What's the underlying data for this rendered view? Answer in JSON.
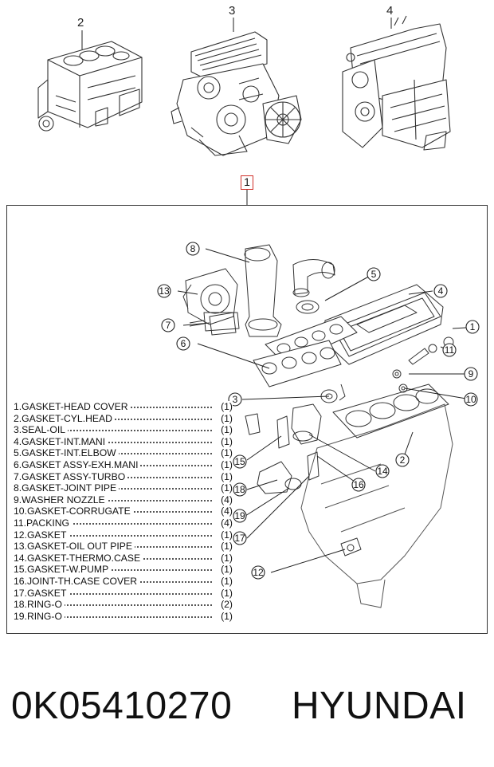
{
  "top_assemblies": [
    {
      "number": "2"
    },
    {
      "number": "3"
    },
    {
      "number": "4"
    }
  ],
  "kit_number": "1",
  "callouts": [
    "1",
    "2",
    "3",
    "4",
    "5",
    "6",
    "7",
    "8",
    "9",
    "10",
    "11",
    "12",
    "13",
    "14",
    "15",
    "16",
    "17",
    "18",
    "19"
  ],
  "parts": [
    {
      "name": "1.GASKET-HEAD COVER",
      "qty": "(1)"
    },
    {
      "name": "2.GASKET-CYL.HEAD",
      "qty": "(1)"
    },
    {
      "name": "3.SEAL-OIL",
      "qty": "(1)"
    },
    {
      "name": "4.GASKET-INT.MANI",
      "qty": "(1)"
    },
    {
      "name": "5.GASKET-INT.ELBOW",
      "qty": "(1)"
    },
    {
      "name": "6.GASKET ASSY-EXH.MANI",
      "qty": "(1)"
    },
    {
      "name": "7.GASKET ASSY-TURBO",
      "qty": "(1)"
    },
    {
      "name": "8.GASKET-JOINT PIPE",
      "qty": "(1)"
    },
    {
      "name": "9.WASHER NOZZLE",
      "qty": "(4)"
    },
    {
      "name": "10.GASKET-CORRUGATE",
      "qty": "(4)"
    },
    {
      "name": "11.PACKING",
      "qty": "(4)"
    },
    {
      "name": "12.GASKET",
      "qty": "(1)"
    },
    {
      "name": "13.GASKET-OIL OUT PIPE",
      "qty": "(1)"
    },
    {
      "name": "14.GASKET-THERMO.CASE",
      "qty": "(1)"
    },
    {
      "name": "15.GASKET-W.PUMP",
      "qty": "(1)"
    },
    {
      "name": "16.JOINT-TH.CASE COVER",
      "qty": "(1)"
    },
    {
      "name": "17.GASKET",
      "qty": "(1)"
    },
    {
      "name": "18.RING-O",
      "qty": "(2)"
    },
    {
      "name": "19.RING-O",
      "qty": "(1)"
    }
  ],
  "footer": {
    "part_number": "0K05410270",
    "brand": "HYUNDAI"
  }
}
